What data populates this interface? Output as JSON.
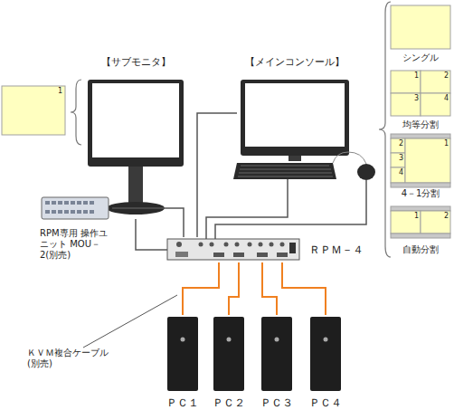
{
  "diagram": {
    "nodes": [
      {
        "text": [
          "【サブモニタ】"
        ]
      },
      {
        "text": [
          "【メインコンソール】"
        ]
      },
      {
        "text": [
          "シングル"
        ]
      },
      {
        "text": [
          "均等分割"
        ]
      },
      {
        "text": [
          "4－1分割"
        ]
      },
      {
        "text": [
          "自動分割"
        ]
      },
      {
        "text": [
          "RPM専用 操作ユニット MOU－2(別売)"
        ]
      },
      {
        "text": [
          "ＲＰＭ－４"
        ]
      },
      {
        "text": [
          "ＰＣ１"
        ]
      },
      {
        "text": [
          "ＰＣ２"
        ]
      },
      {
        "text": [
          "ＰＣ３"
        ]
      },
      {
        "text": [
          "ＰＣ４"
        ]
      }
    ],
    "edges": [
      {
        "from": 0,
        "to": 7,
        "arrow": "none"
      },
      {
        "from": 1,
        "to": 7,
        "arrow": "none"
      },
      {
        "from": 6,
        "to": 7,
        "arrow": "none"
      },
      {
        "from": 8,
        "to": 7,
        "arrow": "none"
      },
      {
        "from": 9,
        "to": 7,
        "arrow": "none"
      },
      {
        "from": 10,
        "to": 7,
        "arrow": "none"
      },
      {
        "from": 11,
        "to": 7,
        "arrow": "none"
      }
    ],
    "labels": [
      "1",
      "1",
      "2",
      "3",
      "4",
      "1",
      "2",
      "3",
      "4",
      "1",
      "2",
      "ＫＶＭ複合ケーブル (別売)"
    ]
  }
}
